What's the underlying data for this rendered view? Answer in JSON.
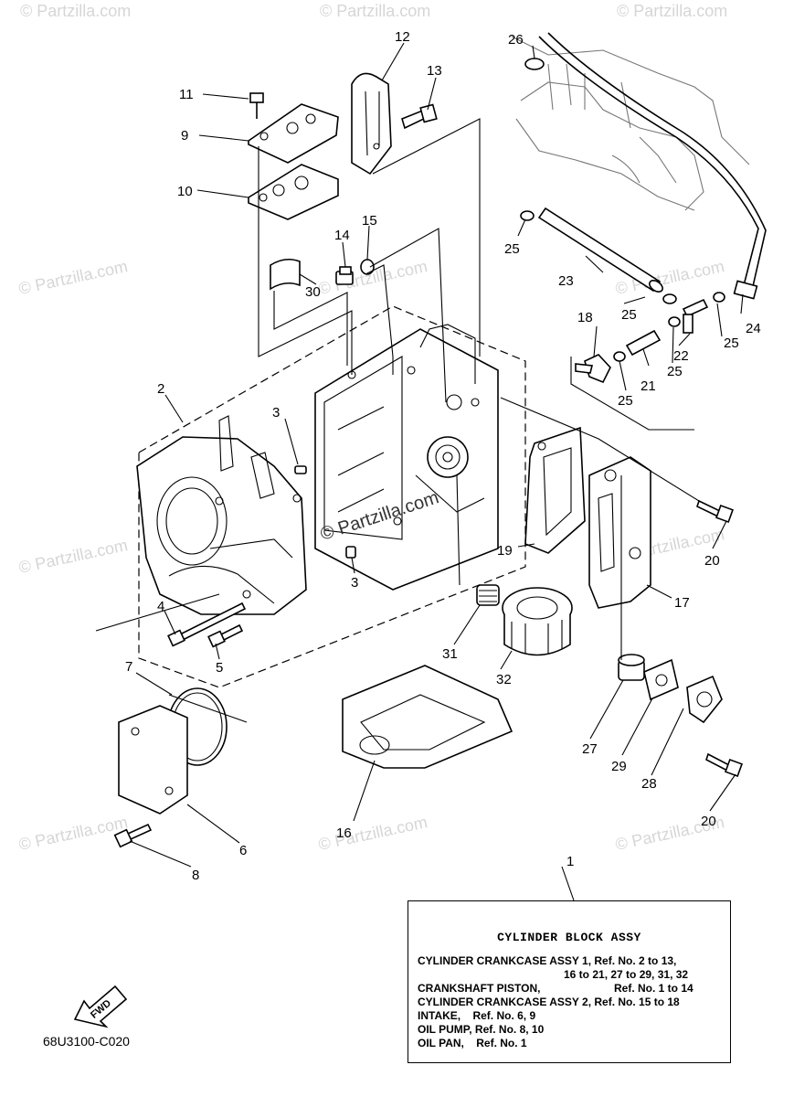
{
  "diagram_code": "68U3100-C020",
  "center_watermark": "© Partzilla.com",
  "side_watermark": "© Partzilla.com",
  "fwd_label": "FWD",
  "callouts": [
    "1",
    "2",
    "3",
    "3",
    "4",
    "5",
    "6",
    "7",
    "8",
    "9",
    "10",
    "11",
    "12",
    "13",
    "14",
    "15",
    "16",
    "17",
    "18",
    "19",
    "20",
    "20",
    "21",
    "22",
    "23",
    "24",
    "25",
    "25",
    "25",
    "25",
    "25",
    "26",
    "27",
    "28",
    "29",
    "30",
    "31",
    "32"
  ],
  "note": {
    "title": "CYLINDER BLOCK ASSY",
    "lines": [
      "CYLINDER CRANKCASE ASSY 1, Ref. No. 2 to 13,",
      "16 to 21, 27 to 29, 31, 32",
      "CRANKSHAFT PISTON,",
      "Ref. No. 1 to 14",
      "CYLINDER CRANKCASE ASSY 2, Ref. No. 15 to 18",
      "INTAKE,    Ref. No. 6, 9",
      "OIL PUMP, Ref. No. 8, 10",
      "OIL PAN,    Ref. No. 1"
    ]
  }
}
